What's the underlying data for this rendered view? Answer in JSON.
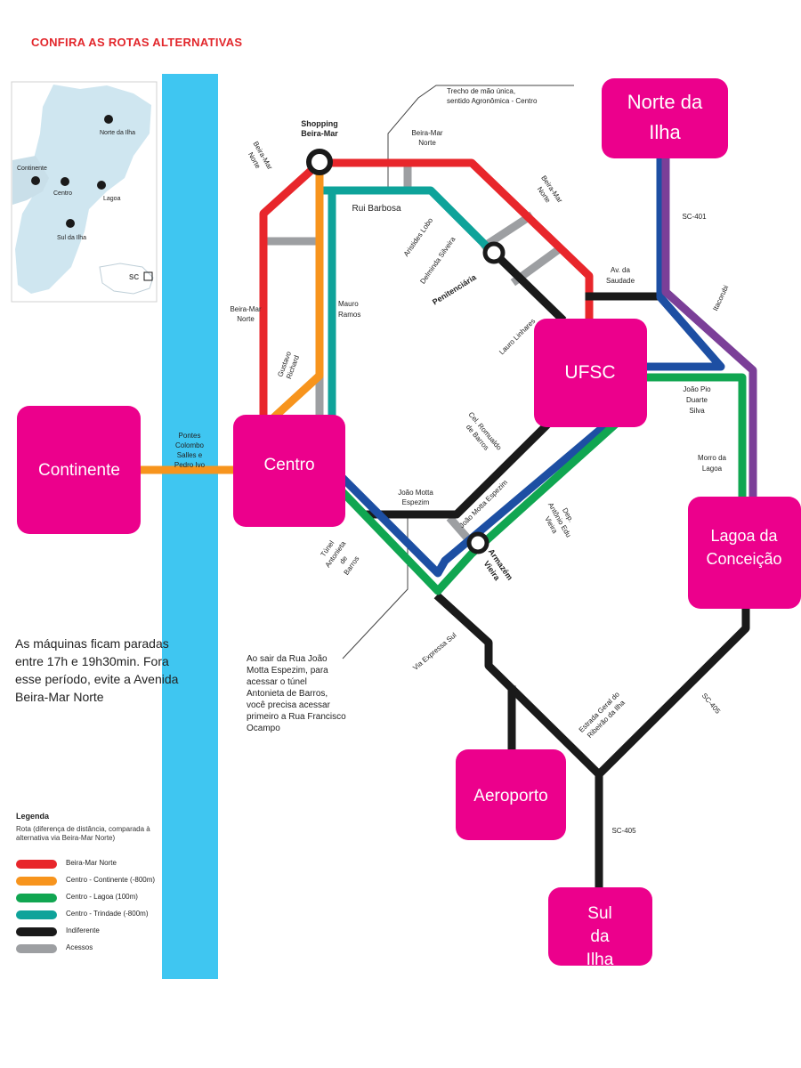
{
  "header": "CONFIRA AS ROTAS ALTERNATIVAS",
  "colors": {
    "beira_mar": "#e8262b",
    "continente": "#f7941d",
    "lagoa": "#10a651",
    "trindade": "#0ea39a",
    "indiferente": "#1a1a1a",
    "acessos": "#9d9fa2",
    "hub": "#ec008c",
    "bridge": "#3fc6f1",
    "blue_route": "#1d4fa3",
    "purple_route": "#7b3f98"
  },
  "inset": {
    "places": [
      "Norte da Ilha",
      "Continente",
      "Centro",
      "Lagoa",
      "Sul da Ilha"
    ],
    "badge": "SC"
  },
  "hubs": {
    "norte": "Norte da Ilha",
    "continente": "Continente",
    "centro": "Centro",
    "ufsc": "UFSC",
    "lagoa": "Lagoa da Conceição",
    "aeroporto": "Aeroporto",
    "sul": "Sul da Ilha"
  },
  "stations": {
    "shopping": "Shopping Beira-Mar"
  },
  "labels": {
    "bridge": "Pontes Colombo Salles e Pedro Ivo",
    "trecho": "Trecho de mão única, sentido Agronômica - Centro",
    "beira_mar_norte_top": "Beira-Mar Norte",
    "beira_mar_norte_left_rot": "Beira-Mar Norte",
    "beira_mar_norte_left": "Beira-Mar Norte",
    "beira_mar_norte_right": "Beira-Mar Norte",
    "rui_barbosa": "Rui Barbosa",
    "aristides": "Aristides Lobo",
    "delminda": "Delminda Silveira",
    "penitenciaria": "Penitenciária",
    "lauro": "Lauro Linhares",
    "av_saudade": "Av. da Saudade",
    "sc401": "SC-401",
    "itacorubi": "Itacorubi",
    "mauro": "Mauro Ramos",
    "gustavo": "Gustavo Richard",
    "joao_pio": "João Pio Duarte Silva",
    "morro": "Morro da Lagoa",
    "romualdo": "Cel. Romualdo de Barros",
    "joao_motta": "João Motta Espezim",
    "joao_motta_diag": "João Motta Espezim",
    "dep_antonio": "Dep. Antônio Edu Vieira",
    "armazem": "Armazém Vieira",
    "tunel": "Túnel Antonieta de Barros",
    "via_expressa": "Via Expressa Sul",
    "estrada_geral": "Estrada Geral do Ribeirão da Ilha",
    "sc405_diag": "SC-405",
    "sc405": "SC-405",
    "annotation": "Ao sair da Rua João Motta Espezim, para acessar o túnel Antonieta de Barros, você precisa acessar primeiro a Rua Francisco Ocampo"
  },
  "note": "As máquinas ficam paradas entre 17h e 19h30min. Fora esse período, evite a Avenida Beira-Mar Norte",
  "legend": {
    "title": "Legenda",
    "description": "Rota (diferença de distância, comparada à alternativa via Beira-Mar Norte)",
    "items": [
      {
        "label": "Beira-Mar Norte",
        "color": "#e8262b"
      },
      {
        "label": "Centro - Continente (-800m)",
        "color": "#f7941d"
      },
      {
        "label": "Centro - Lagoa (100m)",
        "color": "#10a651"
      },
      {
        "label": "Centro - Trindade (-800m)",
        "color": "#0ea39a"
      },
      {
        "label": "Indiferente",
        "color": "#1a1a1a"
      },
      {
        "label": "Acessos",
        "color": "#9d9fa2"
      }
    ]
  }
}
